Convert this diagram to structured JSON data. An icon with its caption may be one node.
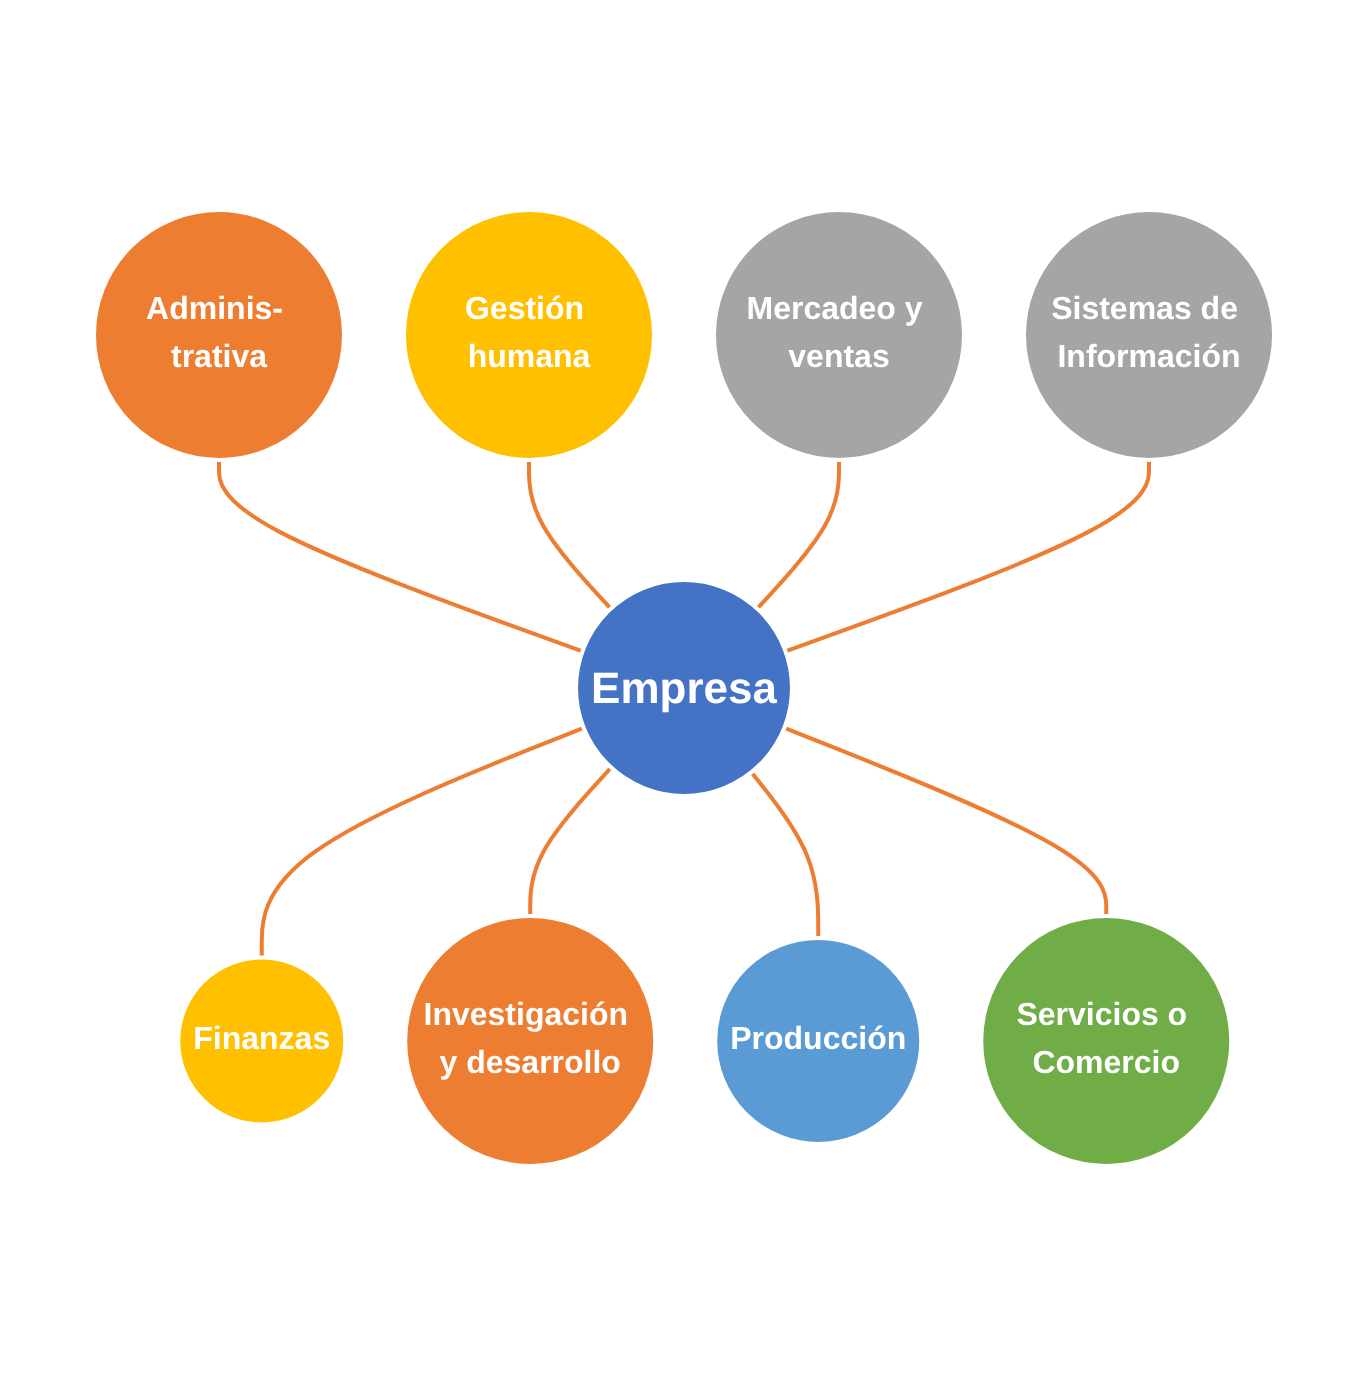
{
  "diagram": {
    "nodes": [
      {
        "text": [
          "Adminis- trativa"
        ]
      },
      {
        "text": [
          "Gestión humana"
        ]
      },
      {
        "text": [
          "Mercadeo y ventas"
        ]
      },
      {
        "text": [
          "Sistemas de Información"
        ]
      },
      {
        "text": [
          "Empresa"
        ]
      },
      {
        "text": [
          "Finanzas"
        ]
      },
      {
        "text": [
          "Investigación y desarrollo"
        ]
      },
      {
        "text": [
          "Producción"
        ]
      },
      {
        "text": [
          "Servicios o Comercio"
        ]
      }
    ],
    "edges": [
      {
        "from": 0,
        "to": 4,
        "arrow": "none"
      },
      {
        "from": 1,
        "to": 4,
        "arrow": "none"
      },
      {
        "from": 2,
        "to": 4,
        "arrow": "none"
      },
      {
        "from": 3,
        "to": 4,
        "arrow": "none"
      },
      {
        "from": 4,
        "to": 5,
        "arrow": "none"
      },
      {
        "from": 4,
        "to": 6,
        "arrow": "none"
      },
      {
        "from": 4,
        "to": 7,
        "arrow": "none"
      },
      {
        "from": 4,
        "to": 8,
        "arrow": "none"
      }
    ]
  }
}
